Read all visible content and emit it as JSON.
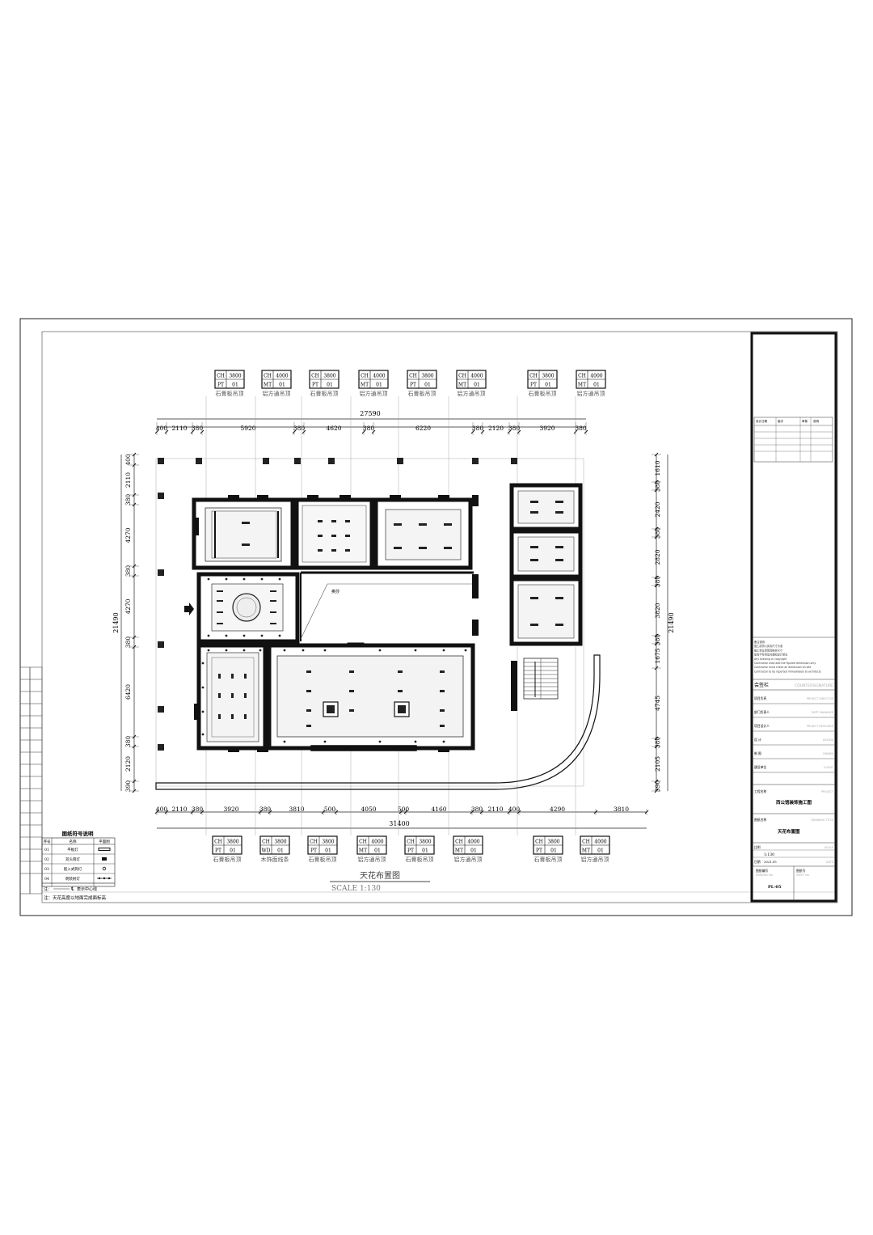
{
  "drawing": {
    "title": "天花布置图",
    "scale": "SCALE  1:130"
  },
  "ceiling_tags": {
    "top": [
      {
        "ch": "CH",
        "height": "3800",
        "code": "PT",
        "num": "01",
        "material": "石膏板吊顶"
      },
      {
        "ch": "CH",
        "height": "4000",
        "code": "MT",
        "num": "01",
        "material": "铝方通吊顶"
      },
      {
        "ch": "CH",
        "height": "3800",
        "code": "PT",
        "num": "01",
        "material": "石膏板吊顶"
      },
      {
        "ch": "CH",
        "height": "4000",
        "code": "MT",
        "num": "01",
        "material": "铝方通吊顶"
      },
      {
        "ch": "CH",
        "height": "3800",
        "code": "PT",
        "num": "01",
        "material": "石膏板吊顶"
      },
      {
        "ch": "CH",
        "height": "4000",
        "code": "MT",
        "num": "01",
        "material": "铝方通吊顶"
      },
      {
        "ch": "CH",
        "height": "3800",
        "code": "PT",
        "num": "01",
        "material": "石膏板吊顶"
      },
      {
        "ch": "CH",
        "height": "4000",
        "code": "MT",
        "num": "01",
        "material": "铝方通吊顶"
      }
    ],
    "bottom": [
      {
        "ch": "CH",
        "height": "3800",
        "code": "PT",
        "num": "01",
        "material": "石膏板吊顶"
      },
      {
        "ch": "CH",
        "height": "3800",
        "code": "WD",
        "num": "01",
        "material": "木饰面线条"
      },
      {
        "ch": "CH",
        "height": "3800",
        "code": "PT",
        "num": "01",
        "material": "石膏板吊顶"
      },
      {
        "ch": "CH",
        "height": "4000",
        "code": "MT",
        "num": "01",
        "material": "铝方通吊顶"
      },
      {
        "ch": "CH",
        "height": "3800",
        "code": "PT",
        "num": "01",
        "material": "石膏板吊顶"
      },
      {
        "ch": "CH",
        "height": "4000",
        "code": "MT",
        "num": "01",
        "material": "铝方通吊顶"
      },
      {
        "ch": "CH",
        "height": "3800",
        "code": "PT",
        "num": "01",
        "material": "石膏板吊顶"
      },
      {
        "ch": "CH",
        "height": "4000",
        "code": "MT",
        "num": "01",
        "material": "铝方通吊顶"
      }
    ]
  },
  "dimensions": {
    "top_total": "27590",
    "top_segments": [
      "400",
      "2110",
      "380",
      "5920",
      "380",
      "4620",
      "380",
      "6220",
      "380",
      "2120",
      "380",
      "3920",
      "380"
    ],
    "bottom_total": "31400",
    "bottom_segments": [
      "400",
      "2110",
      "380",
      "3920",
      "380",
      "3810",
      "500",
      "4050",
      "500",
      "4160",
      "380",
      "2110",
      "400",
      "4290",
      "3810"
    ],
    "left_total": "21490",
    "left_segments": [
      "400",
      "2110",
      "380",
      "4270",
      "380",
      "4270",
      "380",
      "6420",
      "380",
      "2120",
      "390"
    ],
    "right_total": "21490",
    "right_segments": [
      "1610",
      "380",
      "2420",
      "380",
      "2820",
      "380",
      "3820",
      "380",
      "1675",
      "4745",
      "380",
      "2105",
      "390"
    ]
  },
  "plan_labels": {
    "corridor": "奥莎"
  },
  "legend": {
    "title": "图纸符号说明",
    "headers": [
      "序号",
      "名称",
      "平面图"
    ],
    "rows": [
      {
        "no": "01",
        "name": "平板灯"
      },
      {
        "no": "02",
        "name": "双头筒灯"
      },
      {
        "no": "03",
        "name": "嵌入式筒灯"
      },
      {
        "no": "04",
        "name": "明装射灯"
      }
    ],
    "note1": "注：",
    "note1b": "表示中心线",
    "note2": "注：天花高度以地面完成面标高"
  },
  "title_block": {
    "header_cols": [
      "设计日期",
      "版次",
      "审核",
      "说明"
    ],
    "notes": [
      "备注说明：",
      "施工前须以实际尺寸为准",
      "施工单位须现场核实尺寸",
      "如有不符须及时通知设计单位",
      "Any drawing or copyright",
      "Contractor shall add the figured dimension only",
      "Contractor must check all dimension on site",
      "Contractor to be reported immediately to architects"
    ],
    "signature_cn": "会签栏",
    "signature_en": "COUNTERSIGNATURE",
    "rows": [
      {
        "cn": "项目负责",
        "en": "PROJECT DIRECTOR"
      },
      {
        "cn": "部门负责人",
        "en": "DEPT MANAGER"
      },
      {
        "cn": "项目设计人",
        "en": "PROJECT DESIGNER"
      },
      {
        "cn": "设   计",
        "en": "DESIGN"
      },
      {
        "cn": "制   图",
        "en": "DRAWN"
      },
      {
        "cn": "建设单位",
        "en": "CLIENT"
      }
    ],
    "project_label": "工程名称",
    "project_label_en": "PROJECT",
    "project_name": "西公馆装饰施工图",
    "drawing_label": "图纸名称",
    "drawing_label_en": "DRAWING TITLE",
    "drawing_name": "天花布置图",
    "scale_label": "比例",
    "scale_value": "1:130",
    "scale_en": "SCALE",
    "date_label": "日期",
    "date_value": "2021.05",
    "date_en": "DATE",
    "dwg_no_label": "图纸编号",
    "dwg_no_en": "DRAWING No.",
    "sheet_label": "图纸号",
    "sheet_en": "SHEET No.",
    "dwg_no": "PL-05"
  }
}
